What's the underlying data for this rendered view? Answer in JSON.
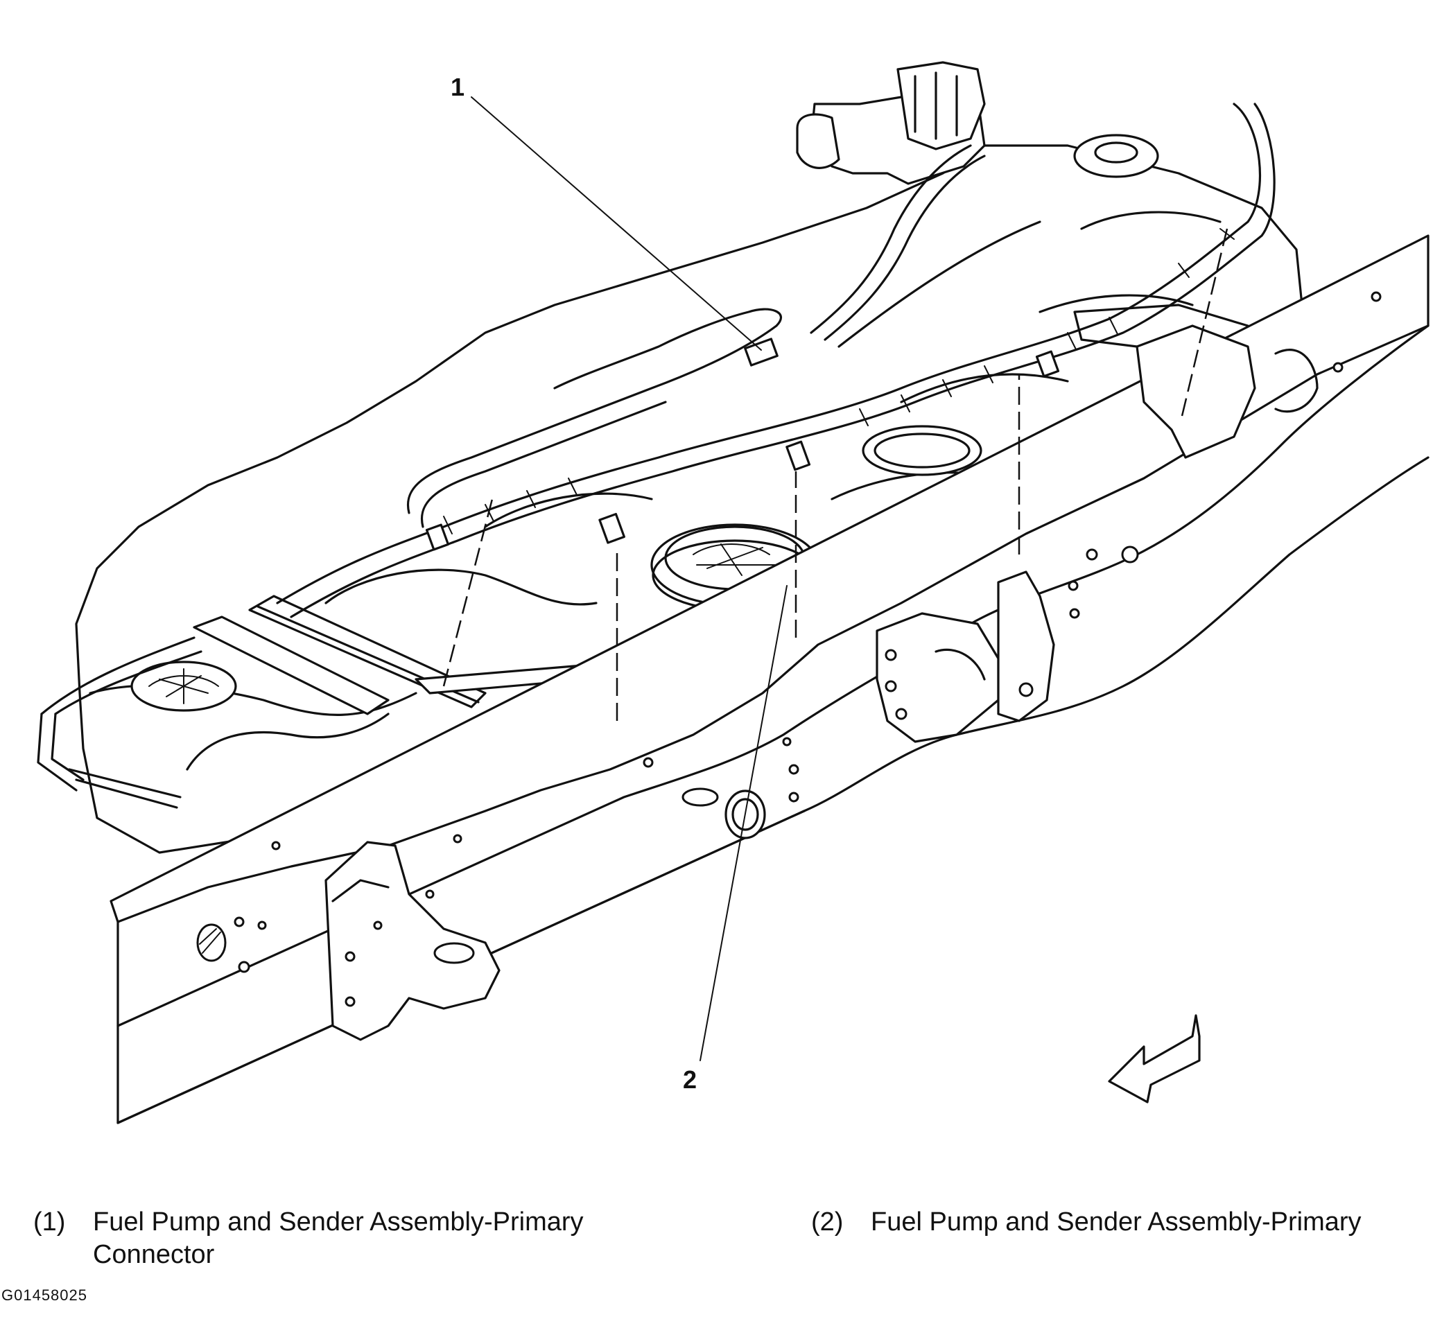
{
  "callouts": [
    {
      "number": "1",
      "label": "Fuel Pump and Sender Assembly-Primary Connector"
    },
    {
      "number": "2",
      "label": "Fuel Pump and Sender Assembly-Primary"
    }
  ],
  "legend": [
    {
      "number": "(1)",
      "text_line1": "Fuel Pump and Sender Assembly-Primary",
      "text_line2": "Connector"
    },
    {
      "number": "(2)",
      "text_line1": "Fuel Pump and Sender Assembly-Primary",
      "text_line2": ""
    }
  ],
  "figure_id": "G01458025",
  "colors": {
    "ink": "#111111",
    "paper": "#ffffff"
  }
}
